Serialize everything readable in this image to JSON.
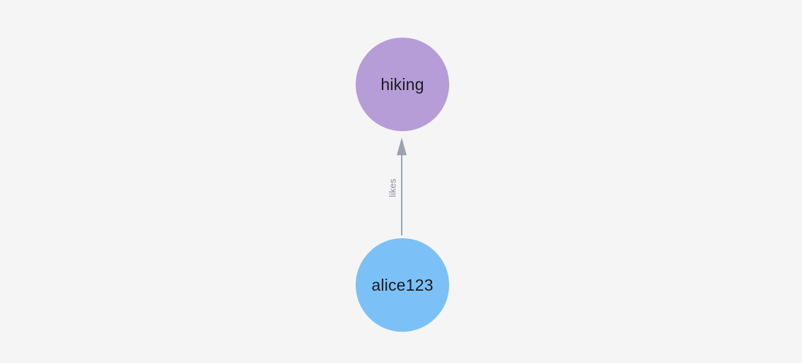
{
  "canvas": {
    "background": "#f5f5f6"
  },
  "graph": {
    "nodes": [
      {
        "id": "hiking",
        "label": "hiking",
        "color": "#b69dd8",
        "text_color": "#1b1b1d"
      },
      {
        "id": "alice123",
        "label": "alice123",
        "color": "#7cc0f8",
        "text_color": "#1b1b1d"
      }
    ],
    "edges": [
      {
        "from": "alice123",
        "to": "hiking",
        "label": "likes",
        "direction": "up",
        "color": "#9ca3ad",
        "label_color": "#8d9197"
      }
    ]
  }
}
